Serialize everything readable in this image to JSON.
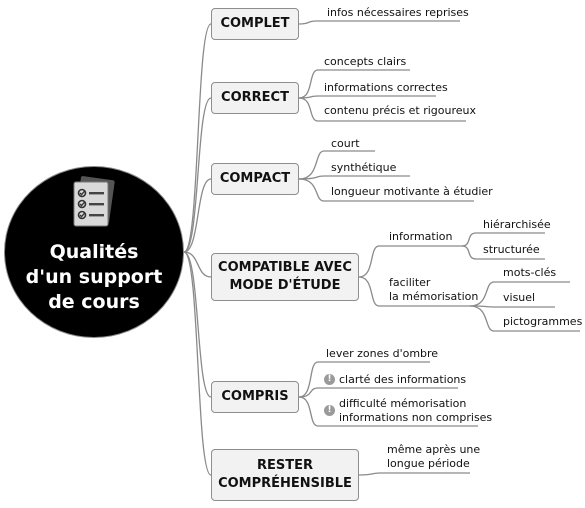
{
  "root": {
    "title": "Qualités\nd'un support\nde cours",
    "icon": "checklist-icon"
  },
  "branches": [
    {
      "label": "COMPLET",
      "leaves": [
        "infos nécessaires reprises"
      ]
    },
    {
      "label": "CORRECT",
      "leaves": [
        "concepts clairs",
        "informations correctes",
        "contenu précis et rigoureux"
      ]
    },
    {
      "label": "COMPACT",
      "leaves": [
        "court",
        "synthétique",
        "longueur motivante à étudier"
      ]
    },
    {
      "label": "COMPATIBLE AVEC\nMODE D'ÉTUDE",
      "subs": [
        {
          "label": "information",
          "leaves": [
            "hiérarchisée",
            "structurée"
          ]
        },
        {
          "label": "faciliter\nla mémorisation",
          "leaves": [
            "mots-clés",
            "visuel",
            "pictogrammes"
          ]
        }
      ]
    },
    {
      "label": "COMPRIS",
      "leaves": [
        "lever zones d'ombre",
        "clarté des informations",
        "difficulté mémorisation\ninformations non comprises"
      ]
    },
    {
      "label": "RESTER\nCOMPRÉHENSIBLE",
      "leaves": [
        "même après une\nlongue période"
      ]
    }
  ],
  "warning_icon": "exclamation-circle-icon",
  "warning_glyph": "!",
  "colors": {
    "line": "#8a8a8a",
    "box_fill": "#f2f2f2",
    "root_fill": "#000000"
  }
}
